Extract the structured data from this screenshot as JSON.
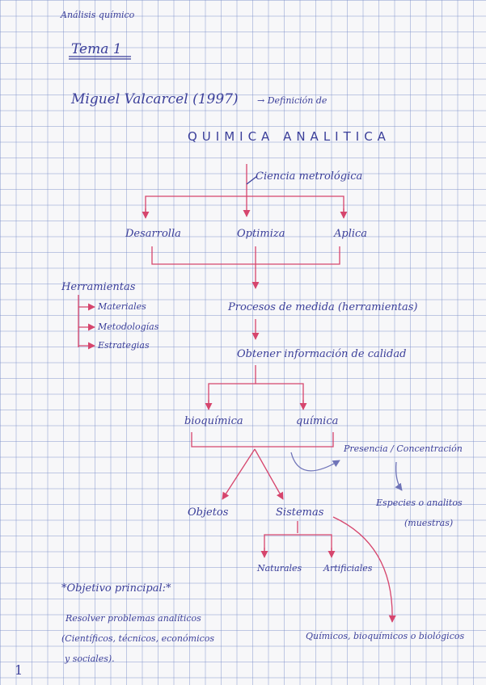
{
  "colors": {
    "ink": "#3b3f9a",
    "arrow": "#d6456d",
    "faint": "#6f74b8"
  },
  "header": {
    "subject": "Análisis químico",
    "topic": "Tema 1"
  },
  "intro": {
    "author": "Miguel Valcarcel (1997)",
    "arrow_text": "→ Definición de"
  },
  "title": "QUIMICA ANALITICA",
  "flow": {
    "ciencia": "Ciencia metrológica",
    "desarrolla": "Desarrolla",
    "optimiza": "Optimiza",
    "aplica": "Aplica",
    "procesos": "Procesos de medida (herramientas)",
    "obtener": "Obtener información de calidad",
    "bioquimica": "bioquímica",
    "quimica": "química",
    "presencia": "Presencia / Concentración",
    "especies": "Especies o analitos",
    "muestras": "(muestras)",
    "objetos": "Objetos",
    "sistemas": "Sistemas",
    "naturales": "Naturales",
    "artificiales": "Artificiales",
    "quimicos": "Químicos, bioquímicos o biológicos"
  },
  "herramientas": {
    "title": "Herramientas",
    "items": [
      "Materiales",
      "Metodologías",
      "Estrategias"
    ]
  },
  "objetivo": {
    "title": "*Objetivo principal:*",
    "lines": [
      "Resolver problemas analíticos",
      "(Científicos, técnicos, económicos",
      "y sociales)."
    ]
  },
  "page_number": "1"
}
